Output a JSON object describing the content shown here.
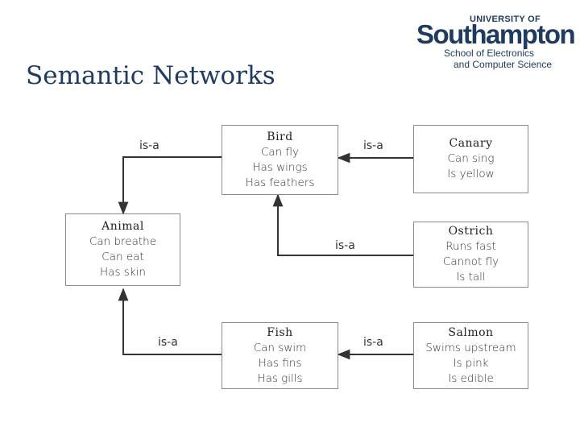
{
  "logo": {
    "top": "UNIVERSITY OF",
    "main": "Southampton",
    "line1": "School of Electronics",
    "line2": "and Computer Science"
  },
  "title": "Semantic Networks",
  "nodes": {
    "bird": {
      "name": "Bird",
      "props": [
        "Can fly",
        "Has wings",
        "Has feathers"
      ]
    },
    "canary": {
      "name": "Canary",
      "props": [
        "Can sing",
        "Is yellow"
      ]
    },
    "animal": {
      "name": "Animal",
      "props": [
        "Can breathe",
        "Can eat",
        "Has skin"
      ]
    },
    "ostrich": {
      "name": "Ostrich",
      "props": [
        "Runs fast",
        "Cannot fly",
        "Is tall"
      ]
    },
    "fish": {
      "name": "Fish",
      "props": [
        "Can swim",
        "Has fins",
        "Has gills"
      ]
    },
    "salmon": {
      "name": "Salmon",
      "props": [
        "Swims upstream",
        "Is pink",
        "Is edible"
      ]
    }
  },
  "edges": {
    "bird_animal": "is-a",
    "canary_bird": "is-a",
    "ostrich_bird": "is-a",
    "fish_animal": "is-a",
    "salmon_fish": "is-a"
  },
  "colors": {
    "title": "#1f3b60",
    "line": "#333333",
    "border": "#8a8a8a"
  }
}
